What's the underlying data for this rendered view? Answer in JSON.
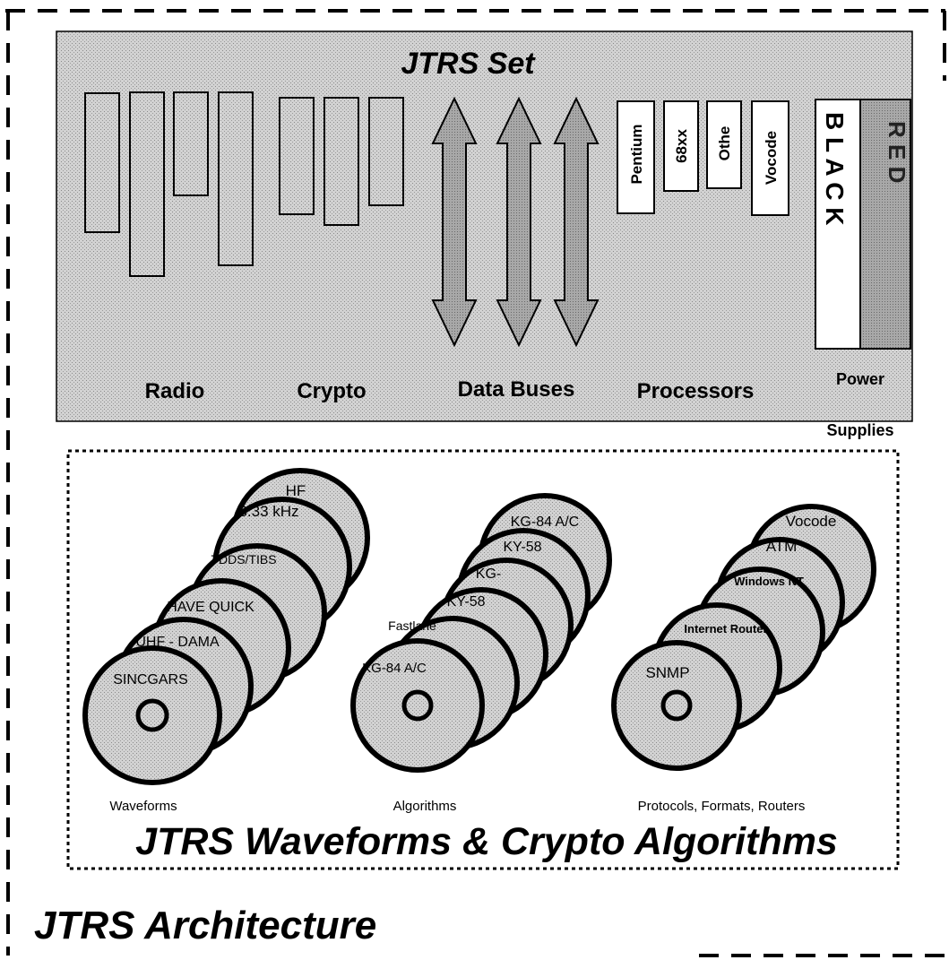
{
  "set": {
    "title": "JTRS Set",
    "sections": {
      "radio": "Radio",
      "crypto": "Crypto",
      "data_buses": "Data Buses",
      "processors": "Processors",
      "power_line1": "Power",
      "power_line2": "Supplies"
    },
    "processors": [
      "Pentium",
      "68xx",
      "Othe",
      "Vocode"
    ],
    "power": {
      "black": "B L A C K",
      "red": "R E D"
    }
  },
  "waveforms_panel": {
    "title": "JTRS Waveforms & Crypto Algorithms",
    "groups": [
      {
        "label": "Waveforms",
        "discs": [
          "HF",
          "8.33 kHz",
          "TDDS/TIBS",
          "HAVE QUICK",
          "UHF - DAMA",
          "SINCGARS"
        ]
      },
      {
        "label": "Algorithms",
        "discs": [
          "KG-84 A/C",
          "KY-58",
          "KG-",
          "KY-58",
          "Fastlane",
          "KG-84 A/C"
        ]
      },
      {
        "label": "Protocols, Formats, Routers",
        "discs": [
          "Vocode",
          "ATM",
          "Windows NT",
          "Internet Router",
          "SNMP"
        ]
      }
    ]
  },
  "footer": {
    "title": "JTRS Architecture"
  },
  "colors": {
    "panel": "#c8c8c8",
    "red_block": "#9a9a9a",
    "disc": "#d4d4d4",
    "outline": "#000000"
  }
}
